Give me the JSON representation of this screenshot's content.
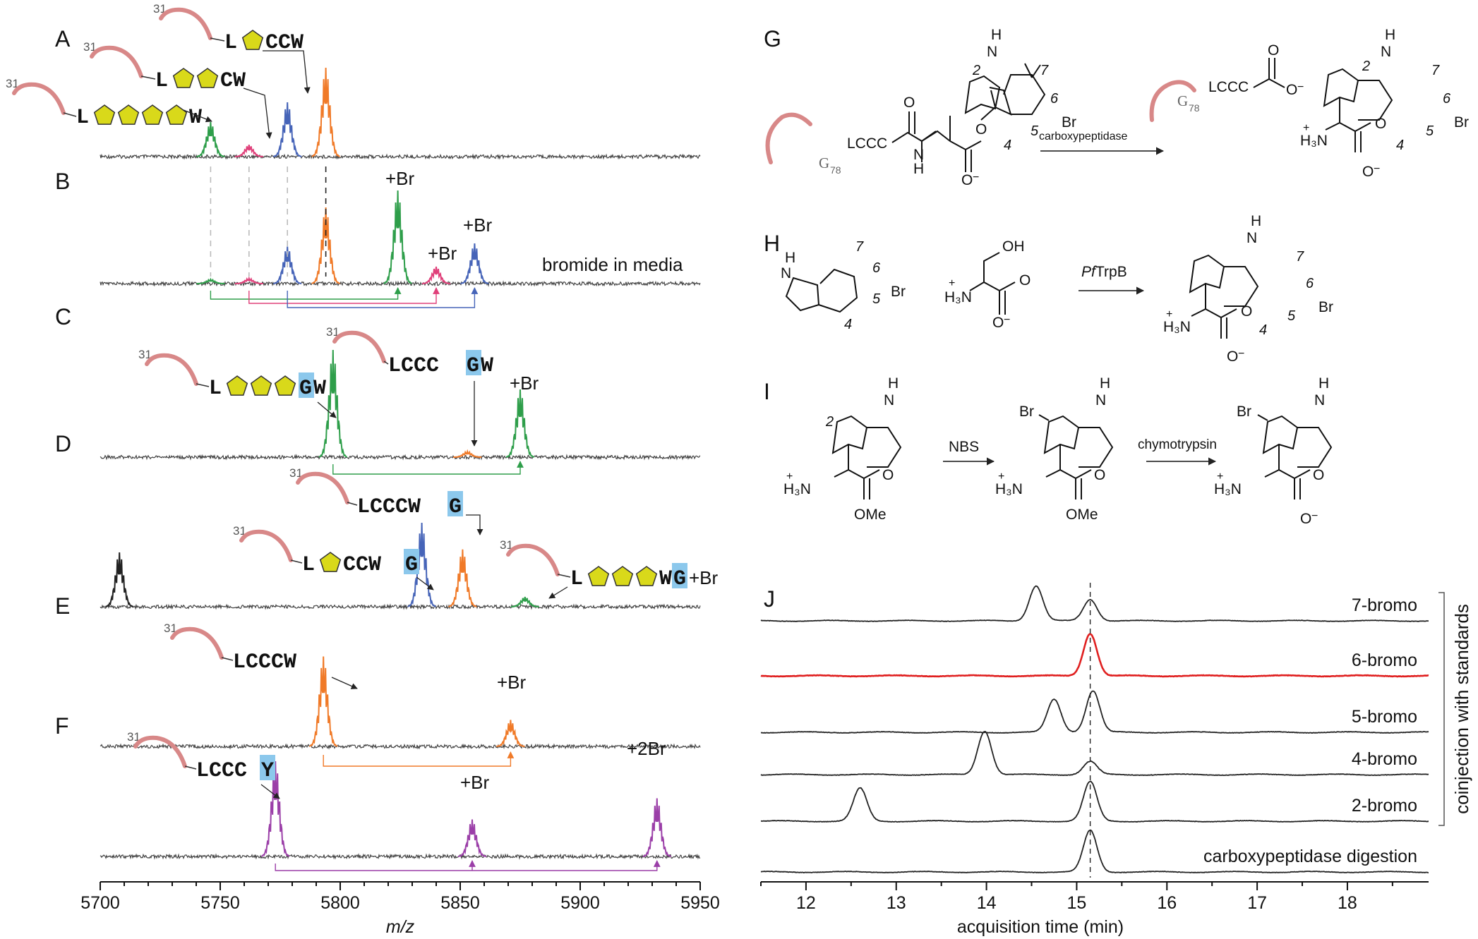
{
  "panel_labels": [
    "A",
    "B",
    "C",
    "D",
    "E",
    "F",
    "G",
    "H",
    "I",
    "J"
  ],
  "colors": {
    "green": "#2e9e4a",
    "pink": "#e0407a",
    "blue": "#4664b8",
    "orange": "#f07a28",
    "purple": "#9b3fa8",
    "red": "#e02020",
    "black": "#222222",
    "highlight": "#8cc8ec",
    "pentagon": "#d9d91a",
    "tail": "#d88888"
  },
  "ms_annotations": {
    "A": [
      "L",
      "CCW",
      "L",
      "CW",
      "L",
      "W"
    ],
    "B": {
      "adduct": "+Br",
      "condition": "bromide in media"
    },
    "C": {
      "seq1_pre": "L",
      "seq1_hl": "G",
      "seq1_post": "W",
      "seq2_pre": "LCCC",
      "seq2_hl": "G",
      "seq2_post": "W",
      "adduct": "+Br"
    },
    "D": {
      "seq1_pre": "LCCCW",
      "seq1_hl": "G",
      "seq2_pre": "L",
      "seq2_mid": "CCW",
      "seq2_hl": "G",
      "seq3_pre": "L",
      "seq3_mid": "W",
      "seq3_hl": "G",
      "seq3_adduct": "+Br"
    },
    "E": {
      "seq": "LCCCW",
      "adduct": "+Br"
    },
    "F": {
      "seq_pre": "LCCC",
      "seq_hl": "Y",
      "adduct1": "+Br",
      "adduct2": "+2Br"
    },
    "tail_number": "31"
  },
  "chem": {
    "G": {
      "peptide": "LCCC",
      "residue": "G",
      "residue_sub": "78",
      "enzyme": "carboxypeptidase",
      "sub": "Br",
      "nums": [
        "2",
        "7",
        "6",
        "5",
        "4"
      ]
    },
    "H": {
      "enzyme_italic": "Pf",
      "enzyme_rest": "TrpB",
      "sub": "Br",
      "nums": [
        "7",
        "6",
        "5",
        "4"
      ]
    },
    "I": {
      "reagent": "NBS",
      "enzyme": "chymotrypsin",
      "sub": "Br",
      "ester": "OMe",
      "num": "2"
    },
    "atoms": {
      "NH": "N",
      "H": "H",
      "O": "O",
      "Ominus": "O",
      "minus": "−",
      "plus": "+",
      "H3N": "H₃N",
      "OH": "OH"
    }
  },
  "chart_data": [
    {
      "type": "line",
      "title": "",
      "xlabel": "m/z",
      "ylabel": "",
      "xlim": [
        5700,
        5950
      ],
      "xticks": [
        5700,
        5750,
        5800,
        5850,
        5900,
        5950
      ],
      "grid": false,
      "panels": [
        {
          "label": "A",
          "peaks": [
            {
              "mz": 5746,
              "height": 0.35,
              "color": "green"
            },
            {
              "mz": 5762,
              "height": 0.12,
              "color": "pink"
            },
            {
              "mz": 5778,
              "height": 0.55,
              "color": "blue"
            },
            {
              "mz": 5794,
              "height": 0.9,
              "color": "orange"
            }
          ]
        },
        {
          "label": "B",
          "peaks": [
            {
              "mz": 5746,
              "height": 0.04,
              "color": "green"
            },
            {
              "mz": 5762,
              "height": 0.05,
              "color": "pink"
            },
            {
              "mz": 5778,
              "height": 0.35,
              "color": "blue"
            },
            {
              "mz": 5794,
              "height": 0.72,
              "color": "orange"
            },
            {
              "mz": 5824,
              "height": 0.88,
              "color": "green"
            },
            {
              "mz": 5840,
              "height": 0.16,
              "color": "pink"
            },
            {
              "mz": 5856,
              "height": 0.38,
              "color": "blue"
            }
          ]
        },
        {
          "label": "C",
          "peaks": [
            {
              "mz": 5797,
              "height": 0.95,
              "color": "green"
            },
            {
              "mz": 5853,
              "height": 0.05,
              "color": "orange"
            },
            {
              "mz": 5875,
              "height": 0.6,
              "color": "green"
            }
          ]
        },
        {
          "label": "D",
          "peaks": [
            {
              "mz": 5708,
              "height": 0.55,
              "color": "black"
            },
            {
              "mz": 5834,
              "height": 0.85,
              "color": "blue"
            },
            {
              "mz": 5851,
              "height": 0.58,
              "color": "orange"
            },
            {
              "mz": 5877,
              "height": 0.1,
              "color": "green"
            }
          ]
        },
        {
          "label": "E",
          "peaks": [
            {
              "mz": 5793,
              "height": 0.85,
              "color": "orange"
            },
            {
              "mz": 5871,
              "height": 0.25,
              "color": "orange"
            }
          ]
        },
        {
          "label": "F",
          "peaks": [
            {
              "mz": 5773,
              "height": 0.9,
              "color": "purple"
            },
            {
              "mz": 5855,
              "height": 0.35,
              "color": "purple"
            },
            {
              "mz": 5932,
              "height": 0.55,
              "color": "purple"
            }
          ]
        }
      ]
    },
    {
      "type": "line",
      "title": "",
      "xlabel": "acquisition time (min)",
      "ylabel": "coinjection with standards",
      "xlim": [
        11.5,
        18.9
      ],
      "xticks": [
        12,
        13,
        14,
        15,
        16,
        17,
        18
      ],
      "reference_time": 15.15,
      "grid": false,
      "series": [
        {
          "name": "7-bromo",
          "peaks": [
            {
              "t": 14.55,
              "height": 0.9
            },
            {
              "t": 15.15,
              "height": 0.55
            }
          ],
          "color": "black"
        },
        {
          "name": "6-bromo",
          "peaks": [
            {
              "t": 15.15,
              "height": 1.0
            }
          ],
          "color": "red"
        },
        {
          "name": "5-bromo",
          "peaks": [
            {
              "t": 14.75,
              "height": 0.75
            },
            {
              "t": 15.18,
              "height": 0.95
            }
          ],
          "color": "black"
        },
        {
          "name": "4-bromo",
          "peaks": [
            {
              "t": 13.98,
              "height": 1.0
            },
            {
              "t": 15.15,
              "height": 0.3
            }
          ],
          "color": "black"
        },
        {
          "name": "2-bromo",
          "peaks": [
            {
              "t": 12.6,
              "height": 0.75
            },
            {
              "t": 15.15,
              "height": 0.9
            }
          ],
          "color": "black"
        },
        {
          "name": "carboxypeptidase digestion",
          "peaks": [
            {
              "t": 15.15,
              "height": 0.95
            }
          ],
          "color": "black"
        }
      ]
    }
  ]
}
